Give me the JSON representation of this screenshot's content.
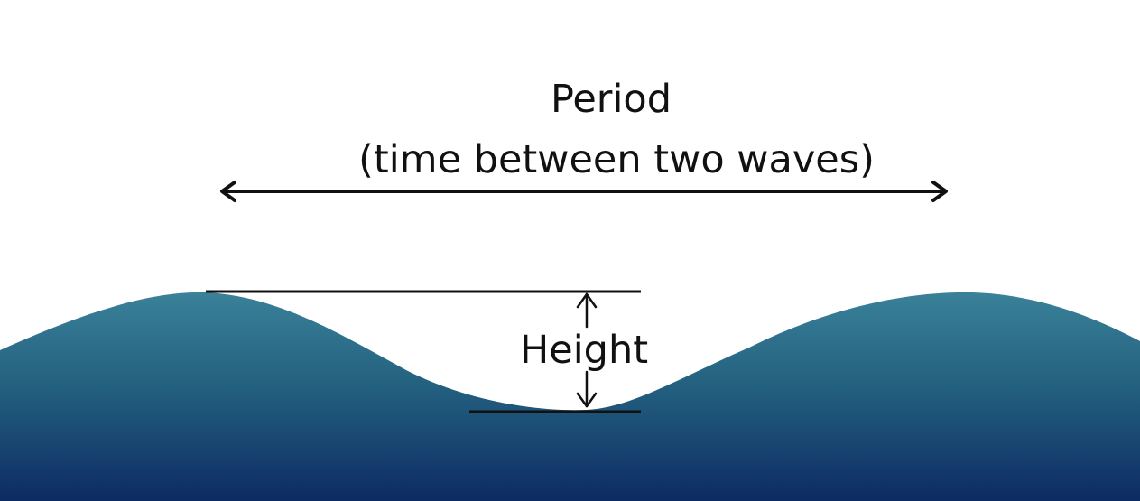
{
  "labels": {
    "period_title": "Period",
    "period_subtitle": "(time between two waves)",
    "height_label": "Height"
  },
  "colors": {
    "background": "#ffffff",
    "wave_top": "#3a8199",
    "wave_bottom": "#0d2b63",
    "line": "#111111"
  }
}
